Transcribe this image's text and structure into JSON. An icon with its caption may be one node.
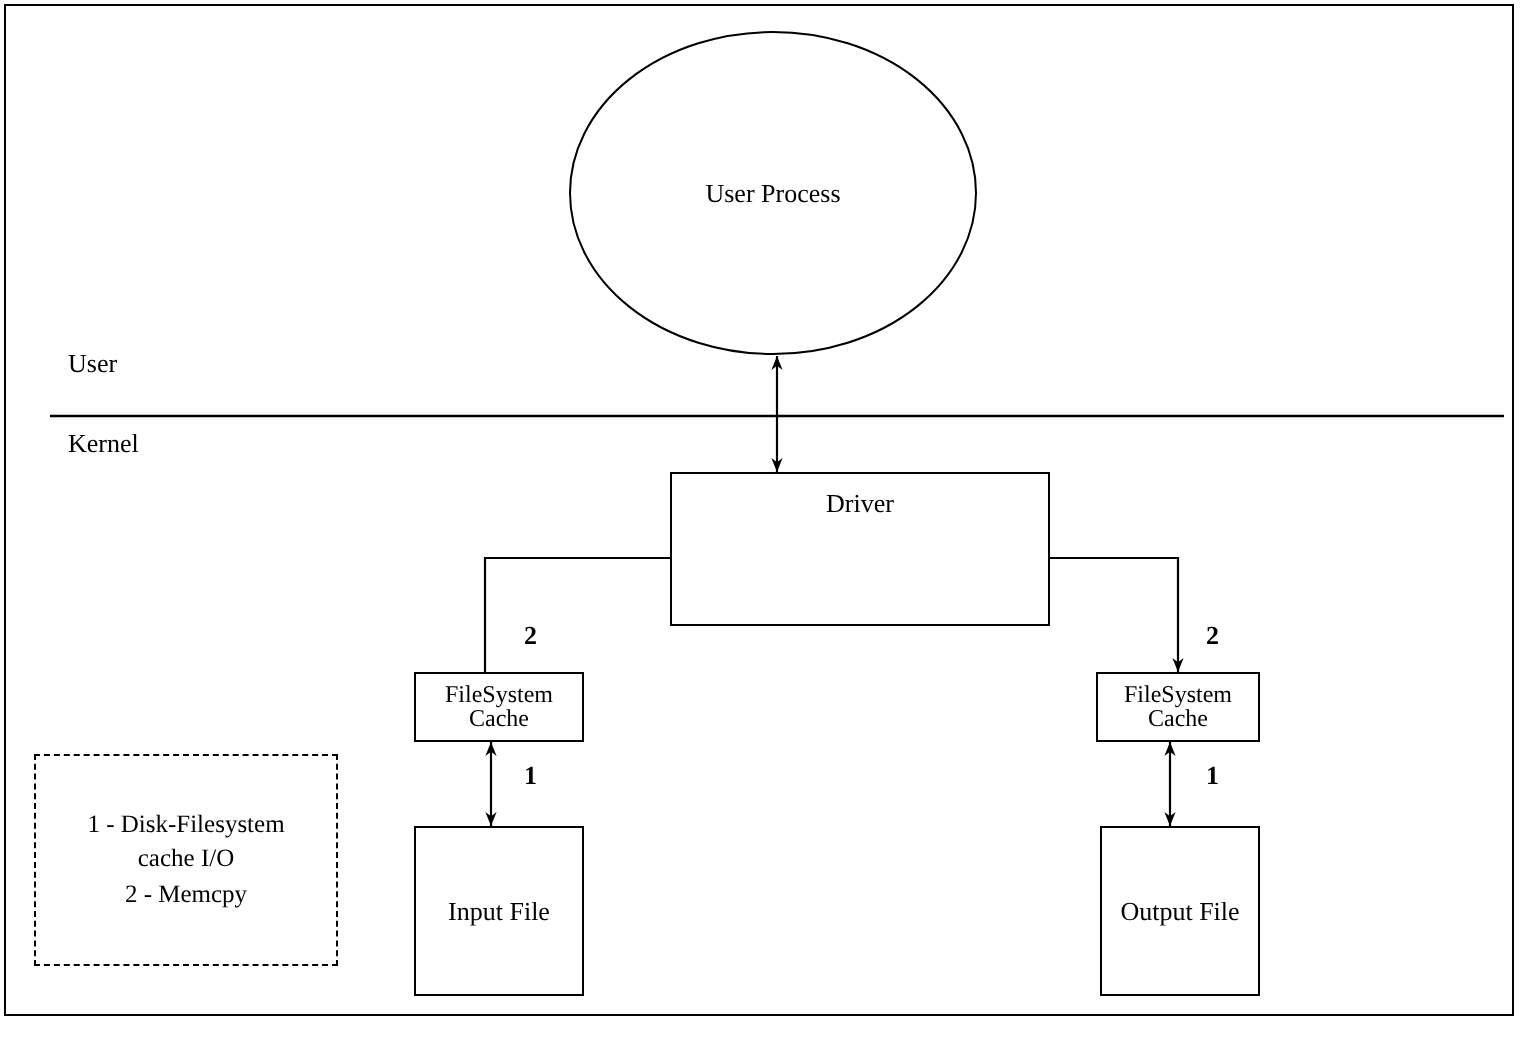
{
  "diagram": {
    "nodes": [
      {
        "text": [
          "User Process"
        ]
      },
      {
        "text": [
          "Driver"
        ]
      },
      {
        "text": [
          "FileSystem Cache"
        ]
      },
      {
        "text": [
          "Input File"
        ]
      },
      {
        "text": [
          "FileSystem Cache"
        ]
      },
      {
        "text": [
          "Output File"
        ]
      },
      {
        "text": [
          "1 - Disk-Filesystem cache I/O",
          "2 - Memcpy"
        ]
      }
    ],
    "edges": [
      {
        "from": 0,
        "to": 1,
        "arrow": "both"
      },
      {
        "from": 1,
        "to": 2,
        "arrow": "none"
      },
      {
        "from": 1,
        "to": 4,
        "arrow": "to"
      },
      {
        "from": 2,
        "to": 3,
        "arrow": "both"
      },
      {
        "from": 4,
        "to": 5,
        "arrow": "both"
      }
    ],
    "labels": [
      "User",
      "Kernel",
      "2",
      "2",
      "1",
      "1"
    ]
  }
}
